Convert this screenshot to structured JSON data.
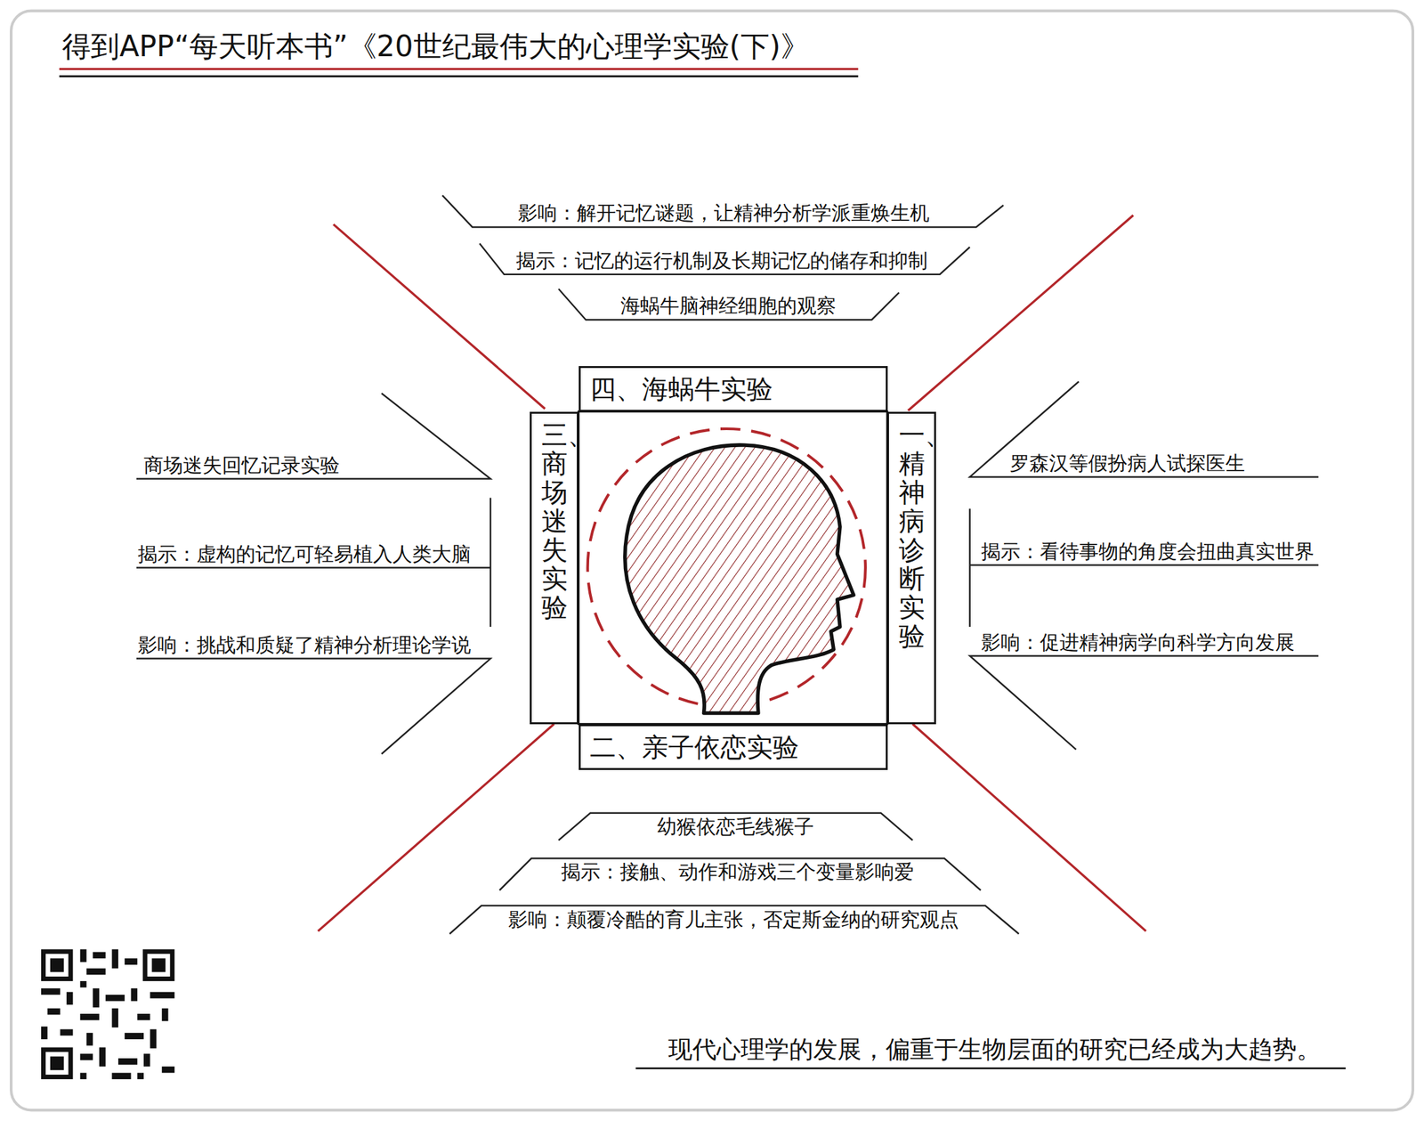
{
  "diagram": {
    "title": "得到APP“每天听本书”《20世纪最伟大的心理学实验(下)》",
    "caption": "现代心理学的发展，偏重于生物层面的研究已经成为大趋势。",
    "nodes": [
      {
        "text": [
          "影响：解开记忆谜题，让精神分析学派重焕生机"
        ]
      },
      {
        "text": [
          "揭示：记忆的运行机制及长期记忆的储存和抑制"
        ]
      },
      {
        "text": [
          "海蜗牛脑神经细胞的观察"
        ]
      },
      {
        "text": [
          "四、海蜗牛实验"
        ]
      },
      {
        "text": [
          "商场迷失回忆记录实验"
        ]
      },
      {
        "text": [
          "揭示：虚构的记忆可轻易植入人类大脑"
        ]
      },
      {
        "text": [
          "影响：挑战和质疑了精神分析理论学说"
        ]
      },
      {
        "text": [
          "三、商场迷失实验"
        ]
      },
      {
        "text": [
          "一、精神病诊断实验"
        ]
      },
      {
        "text": [
          "罗森汉等假扮病人试探医生"
        ]
      },
      {
        "text": [
          "揭示：看待事物的角度会扭曲真实世界"
        ]
      },
      {
        "text": [
          "影响：促进精神病学向科学方向发展"
        ]
      },
      {
        "text": [
          "二、亲子依恋实验"
        ]
      },
      {
        "text": [
          "幼猴依恋毛线猴子"
        ]
      },
      {
        "text": [
          "揭示：接触、动作和游戏三个变量影响爱"
        ]
      },
      {
        "text": [
          "影响：颠覆冷酷的育儿主张，否定斯金纳的研究观点"
        ]
      }
    ]
  }
}
